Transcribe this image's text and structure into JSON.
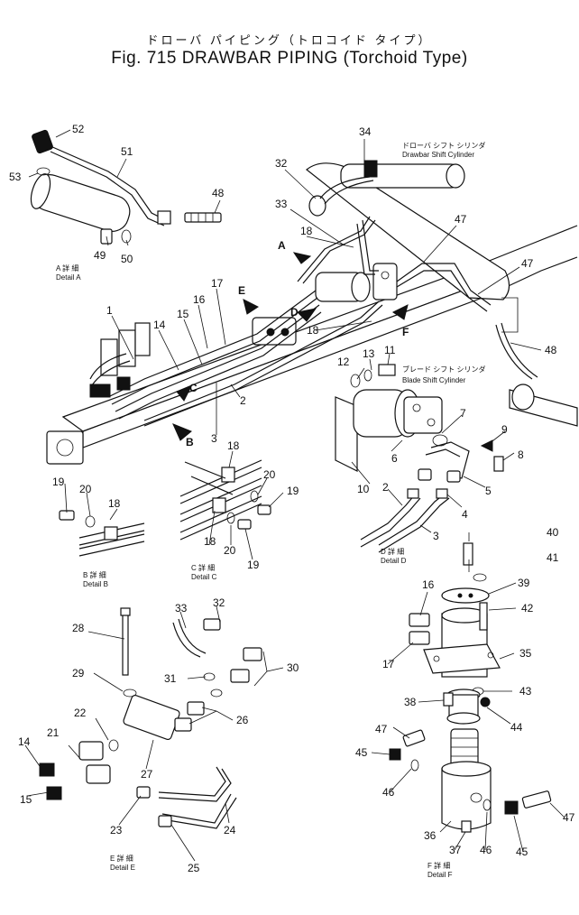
{
  "title": {
    "japanese": "ドローバ パイピング（トロコイド タイプ）",
    "fig_label": "Fig. 715",
    "english": "DRAWBAR PIPING",
    "type_suffix": "(Torchoid Type)"
  },
  "annotations": {
    "drawbar_shift_cylinder_ja": "ドローバ シフト シリンダ",
    "drawbar_shift_cylinder_en": "Drawbar Shift Cylinder",
    "blade_shift_cylinder_ja": "ブレード シフト シリンダ",
    "blade_shift_cylinder_en": "Blade Shift Cylinder"
  },
  "detail_labels": {
    "a_ja": "A 詳 細",
    "a_en": "Detail A",
    "b_ja": "B 詳 細",
    "b_en": "Detail B",
    "c_ja": "C 詳 細",
    "c_en": "Detail C",
    "d_ja": "D 詳 細",
    "d_en": "Detail D",
    "e_ja": "E 詳 細",
    "e_en": "Detail E",
    "f_ja": "F 詳 細",
    "f_en": "Detail F"
  },
  "view_arrows": [
    "A",
    "B",
    "C",
    "D",
    "E",
    "F"
  ],
  "part_numbers": {
    "p1": "1",
    "p2": "2",
    "p3": "3",
    "p4": "4",
    "p5": "5",
    "p6": "6",
    "p7": "7",
    "p8": "8",
    "p9": "9",
    "p10": "10",
    "p11": "11",
    "p12": "12",
    "p13": "13",
    "p14": "14",
    "p15": "15",
    "p16": "16",
    "p17": "17",
    "p18": "18",
    "p19": "19",
    "p20": "20",
    "p21": "21",
    "p22": "22",
    "p23": "23",
    "p24": "24",
    "p25": "25",
    "p26": "26",
    "p27": "27",
    "p28": "28",
    "p29": "29",
    "p30": "30",
    "p31": "31",
    "p32": "32",
    "p33": "33",
    "p34": "34",
    "p35": "35",
    "p36": "36",
    "p37": "37",
    "p38": "38",
    "p39": "39",
    "p40": "40",
    "p41": "41",
    "p42": "42",
    "p43": "43",
    "p44": "44",
    "p45": "45",
    "p46": "46",
    "p47": "47",
    "p48": "48",
    "p49": "49",
    "p50": "50",
    "p51": "51",
    "p52": "52",
    "p53": "53"
  }
}
